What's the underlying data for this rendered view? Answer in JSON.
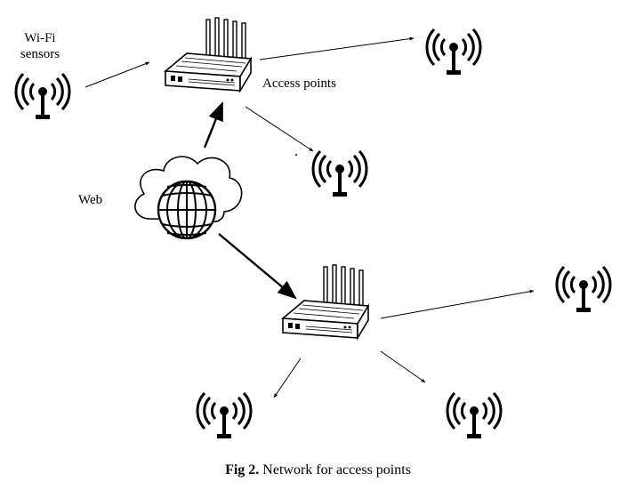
{
  "labels": {
    "wifi_sensors_line1": "Wi-Fi",
    "wifi_sensors_line2": "sensors",
    "access_points": "Access points",
    "web": "Web"
  },
  "caption": {
    "prefix": "Fig 2.",
    "text": " Network for access points"
  },
  "icons": [
    "wifi-sensor-icon",
    "router-icon",
    "cloud-globe-icon",
    "arrow"
  ],
  "colors": {
    "ink": "#000000",
    "background": "#ffffff"
  }
}
